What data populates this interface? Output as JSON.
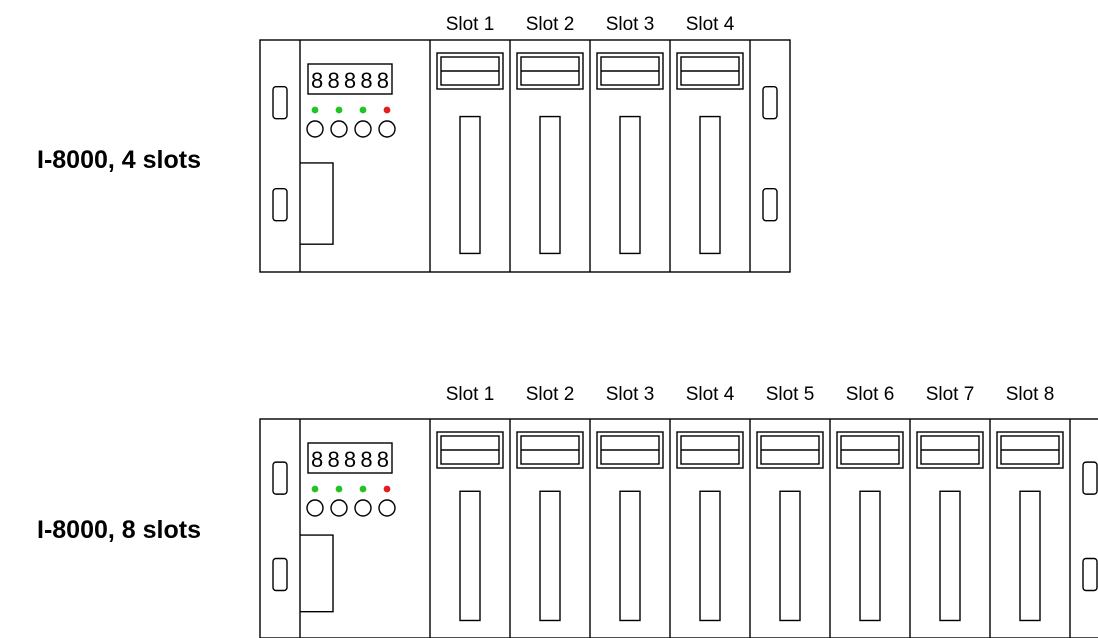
{
  "colors": {
    "led_green": "#22c422",
    "led_red": "#e02020",
    "stroke": "#000000"
  },
  "racks": [
    {
      "label": "I-8000, 4 slots",
      "display": "88888",
      "leds": [
        "green",
        "green",
        "green",
        "red"
      ],
      "buttons": 4,
      "slots": [
        "Slot 1",
        "Slot 2",
        "Slot 3",
        "Slot 4"
      ]
    },
    {
      "label": "I-8000, 8 slots",
      "display": "88888",
      "leds": [
        "green",
        "green",
        "green",
        "red"
      ],
      "buttons": 4,
      "slots": [
        "Slot 1",
        "Slot 2",
        "Slot 3",
        "Slot 4",
        "Slot 5",
        "Slot 6",
        "Slot 7",
        "Slot 8"
      ]
    }
  ]
}
